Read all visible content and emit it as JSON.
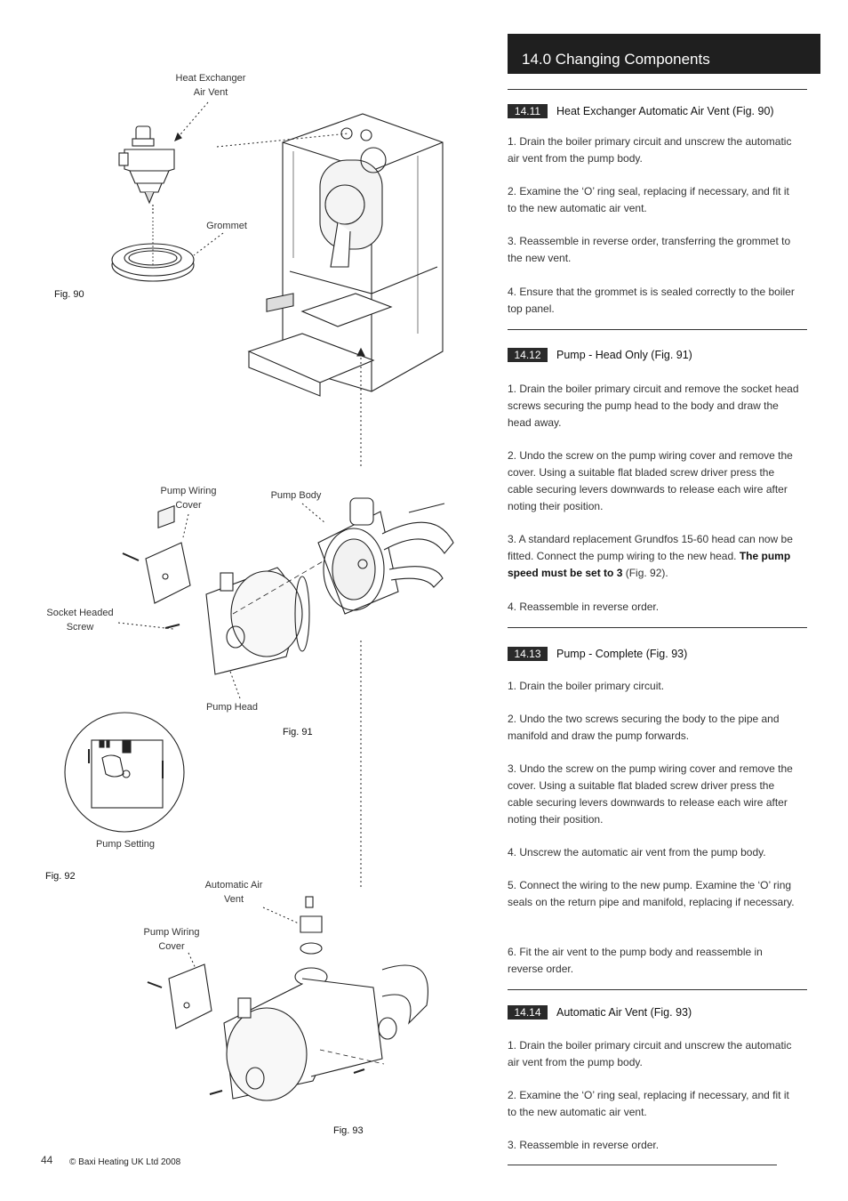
{
  "header": {
    "title": "14.0 Changing Components"
  },
  "sections": [
    {
      "number": "14.11",
      "title": "Heat Exchanger Automatic Air Vent (Fig. 90)",
      "steps": [
        "1. Drain the boiler primary circuit and unscrew the automatic air vent from the pump body.",
        "2. Examine the ‘O’ ring seal, replacing if necessary, and fit it to the new automatic air vent.",
        "3. Reassemble in reverse order, transferring the grommet to the new vent.",
        "4. Ensure that the grommet is is sealed correctly to the boiler top panel."
      ]
    },
    {
      "number": "14.12",
      "title": "Pump - Head Only (Fig. 91)",
      "steps": [
        "1. Drain the boiler primary circuit and remove the socket head screws securing the pump head to the body and draw the head away.",
        "2. Undo the screw on the pump wiring cover and remove the cover. Using a suitable flat bladed screw driver press the cable securing levers downwards to release each wire after noting their position.",
        "3. A standard replacement Grundfos 15-60 head can now be fitted. Connect the pump wiring to the new head.",
        "4. Reassemble in reverse order."
      ],
      "step3_bold": "The pump speed must be set to 3",
      "step3_tail": "(Fig. 92)."
    },
    {
      "number": "14.13",
      "title": "Pump - Complete (Fig. 93)",
      "steps": [
        "1. Drain the boiler primary circuit.",
        "2. Undo the two screws securing the body to the pipe and manifold and draw the pump forwards.",
        "3. Undo the screw on the pump wiring cover and remove the cover. Using a suitable flat bladed screw driver press the cable securing levers downwards to release each wire after noting their position.",
        "4. Unscrew the automatic air vent from the pump body.",
        "5. Connect the wiring to the new pump. Examine the ‘O’ ring seals on the return pipe and manifold, replacing if necessary.",
        "6. Fit the air vent to the pump body and reassemble in reverse order."
      ]
    },
    {
      "number": "14.14",
      "title": "Automatic Air Vent (Fig. 93)",
      "steps": [
        "1. Drain the boiler primary circuit and unscrew the automatic air vent from the pump body.",
        "2. Examine the ‘O’ ring seal, replacing if necessary, and fit it to the new automatic air vent.",
        "3. Reassemble in reverse order."
      ]
    }
  ],
  "figures": {
    "fig90": {
      "caption": "Fig. 90",
      "labels": {
        "air_vent_1": "Heat Exchanger",
        "air_vent_2": "Air Vent",
        "grommet": "Grommet"
      }
    },
    "fig91": {
      "caption": "Fig. 91",
      "labels": {
        "wiring_cover_1": "Pump Wiring",
        "wiring_cover_2": "Cover",
        "pump_body": "Pump Body",
        "socket_screw_1": "Socket Headed",
        "socket_screw_2": "Screw",
        "pump_head": "Pump Head"
      }
    },
    "fig92": {
      "caption": "Fig. 92",
      "labels": {
        "pump_setting": "Pump Setting"
      }
    },
    "fig93": {
      "caption": "Fig. 93",
      "labels": {
        "air_vent_1": "Automatic Air",
        "air_vent_2": "Vent",
        "wiring_cover_1": "Pump Wiring",
        "wiring_cover_2": "Cover"
      }
    }
  },
  "footer": {
    "page_number": "44",
    "copyright": "© Baxi Heating UK Ltd 2008"
  }
}
